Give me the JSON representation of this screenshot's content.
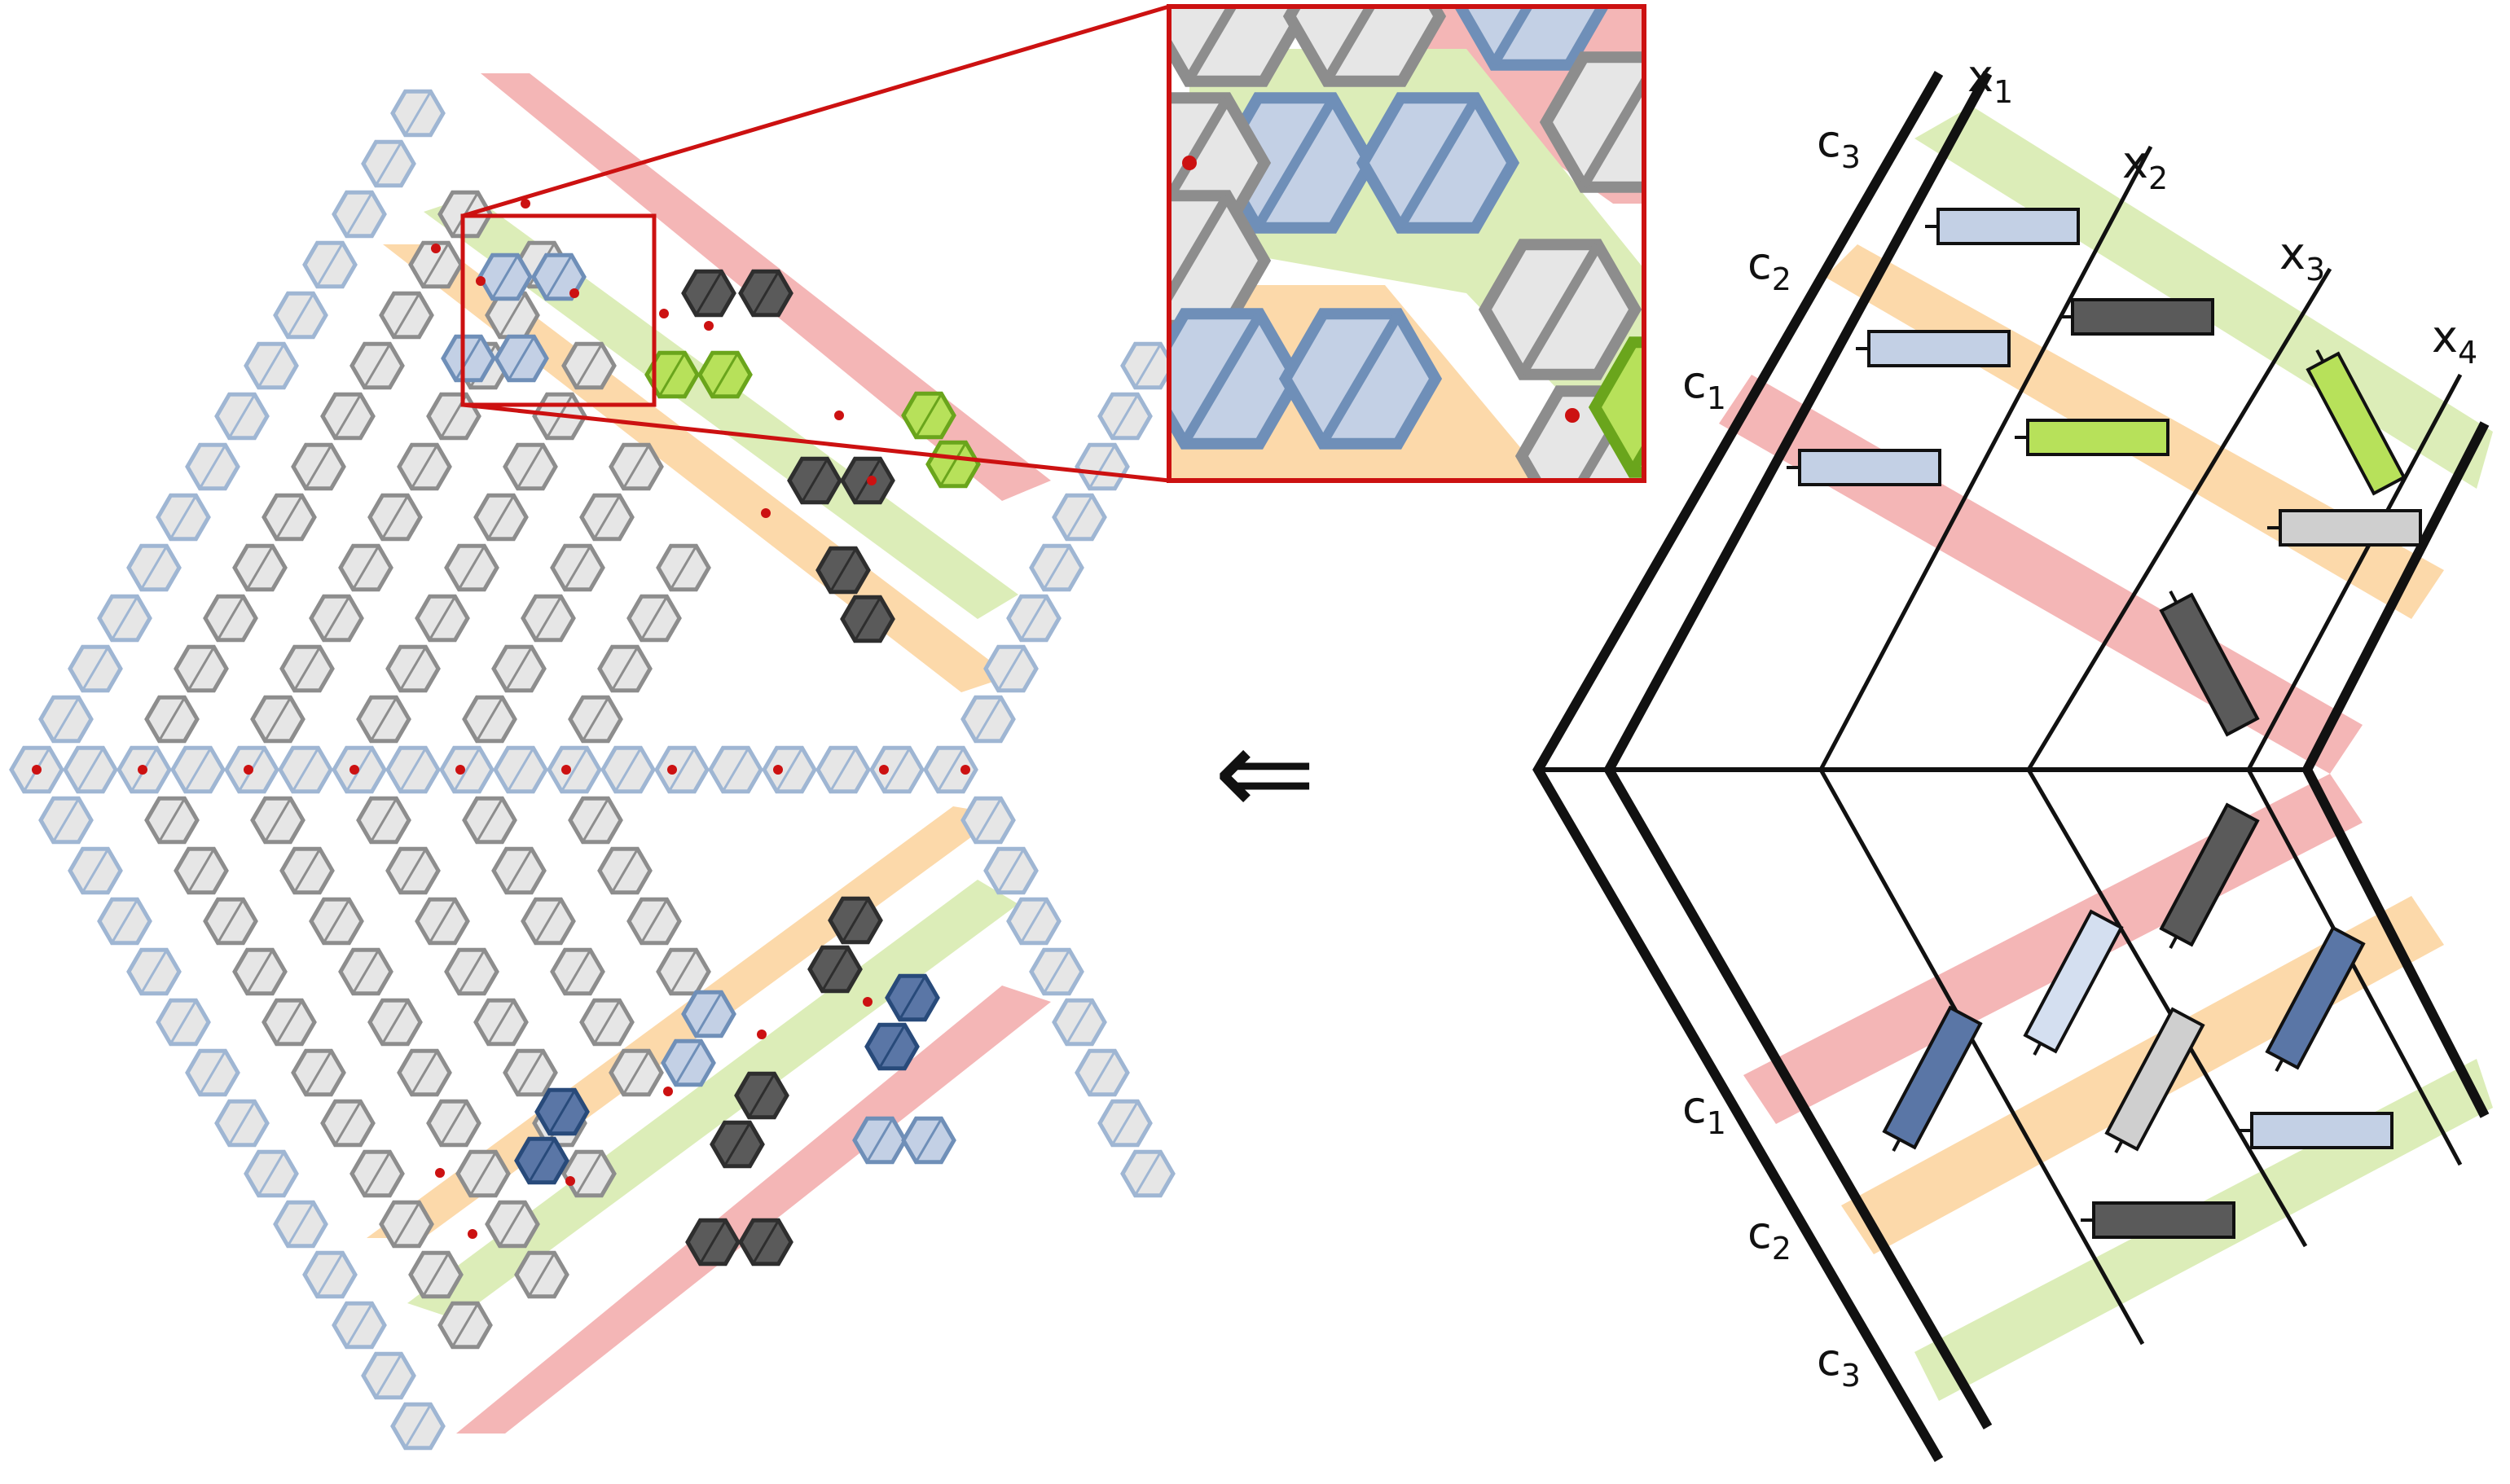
{
  "figure": {
    "colors": {
      "red_band": "#f4b6b6",
      "orange_band": "#fcd9aa",
      "green_band": "#dcedb8",
      "hex_light_fill": "#e6e6e6",
      "hex_gray_stroke": "#8d8d8d",
      "hex_blue_fill": "#c3d0e5",
      "hex_blue_stroke": "#6f8fb8",
      "hex_lightblue_stroke": "#9fb6d3",
      "hex_dark_fill": "#5a5a5a",
      "hex_dark_stroke": "#2e2e2e",
      "hex_navy_fill": "#5a76a6",
      "hex_navy_stroke": "#284a7a",
      "hex_green_fill": "#b7e15a",
      "hex_green_stroke": "#6aa51c",
      "zoom_frame": "#cc1111",
      "dot": "#cc1111",
      "line": "#111111"
    },
    "implication_symbol": "⇐",
    "schematic": {
      "wire_labels": [
        {
          "base": "x",
          "sub": "1"
        },
        {
          "base": "x",
          "sub": "2"
        },
        {
          "base": "x",
          "sub": "3"
        },
        {
          "base": "x",
          "sub": "4"
        }
      ],
      "channel_labels_top": [
        {
          "base": "c",
          "sub": "3"
        },
        {
          "base": "c",
          "sub": "2"
        },
        {
          "base": "c",
          "sub": "1"
        }
      ],
      "channel_labels_bottom": [
        {
          "base": "c",
          "sub": "1"
        },
        {
          "base": "c",
          "sub": "2"
        },
        {
          "base": "c",
          "sub": "3"
        }
      ]
    }
  }
}
